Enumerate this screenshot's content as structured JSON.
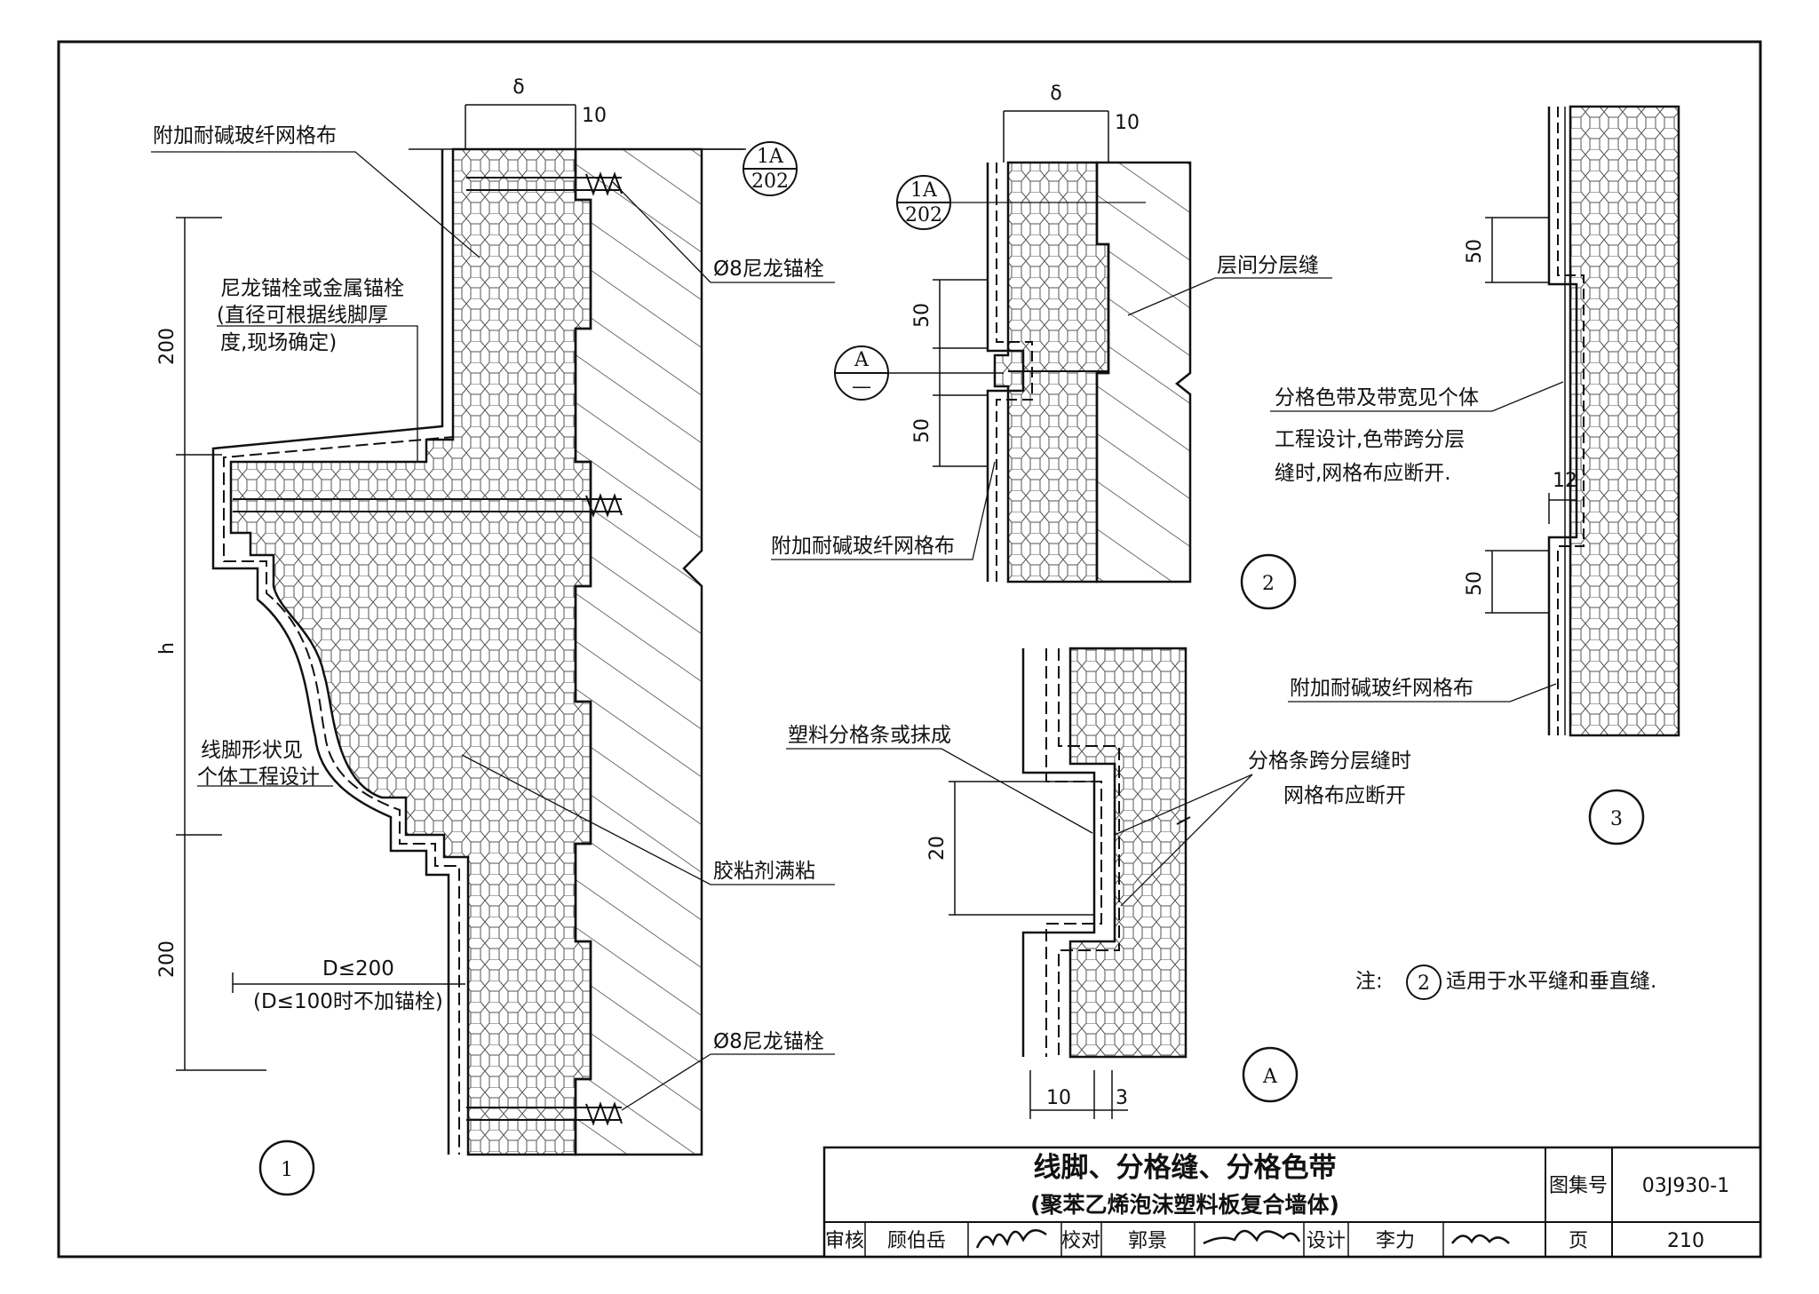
{
  "labels": {
    "mesh_top_left": "附加耐碱玻纤网格布",
    "anchor_type_1": "尼龙锚栓或金属锚栓",
    "anchor_type_2": "(直径可根据线脚厚",
    "anchor_type_3": "度,现场确定)",
    "nylon_anchor_top": "Ø8尼龙锚栓",
    "nylon_anchor_bottom": "Ø8尼龙锚栓",
    "profile_1": "线脚形状见",
    "profile_2": "个体工程设计",
    "adhesive": "胶粘剂满粘",
    "d_max": "D≤200",
    "d_note": "(D≤100时不加锚栓)",
    "layer_joint": "层间分层缝",
    "mesh_detail2": "附加耐碱玻纤网格布",
    "strip_1": "分格色带及带宽见个体",
    "strip_2": "工程设计,色带跨分层",
    "strip_3": "缝时,网格布应断开.",
    "mesh_detail3": "附加耐碱玻纤网格布",
    "plastic_strip": "塑料分格条或抹成",
    "cross_1": "分格条跨分层缝时",
    "cross_2": "网格布应断开",
    "note_prefix": "注:",
    "note_text": "适用于水平缝和垂直缝."
  },
  "dimensions": {
    "d1_delta": "δ",
    "d1_ten": "10",
    "d1_200_top": "200",
    "d1_h": "h",
    "d1_200_bot": "200",
    "d2_delta": "δ",
    "d2_ten": "10",
    "d2_50a": "50",
    "d2_50b": "50",
    "d3_50a": "50",
    "d3_50b": "50",
    "d3_12": "12",
    "dA_20": "20",
    "dA_10": "10",
    "dA_3": "3"
  },
  "refs": {
    "ref1_top": "1A",
    "ref1_bot": "202",
    "ref2_top": "1A",
    "ref2_bot": "202",
    "sectionA_top": "A",
    "sectionA_bot": "—"
  },
  "detail_numbers": {
    "d1": "1",
    "d2": "2",
    "d3": "3",
    "dA": "A",
    "note_ref": "2"
  },
  "title_block": {
    "title": "线脚、分格缝、分格色带",
    "subtitle": "(聚苯乙烯泡沫塑料板复合墙体)",
    "atlas_label": "图集号",
    "atlas_no": "03J930-1",
    "page_label": "页",
    "page_no": "210",
    "review_label": "审核",
    "reviewer": "顾伯岳",
    "check_label": "校对",
    "checker": "郭景",
    "design_label": "设计",
    "designer": "李力"
  }
}
